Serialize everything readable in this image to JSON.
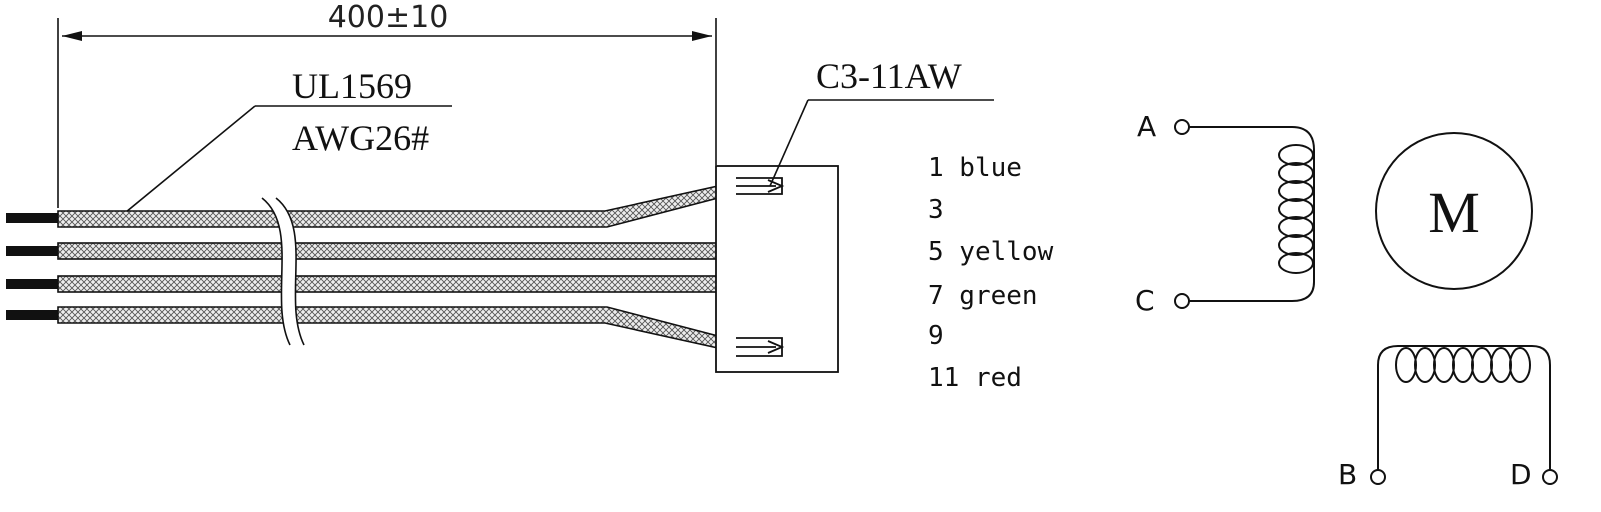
{
  "dimension": {
    "label": "400±10"
  },
  "cable": {
    "type": "UL1569",
    "gauge": "AWG26#"
  },
  "connector": {
    "model": "C3-11AW"
  },
  "pinout": [
    {
      "label": "1 blue"
    },
    {
      "label": "3"
    },
    {
      "label": "5 yellow"
    },
    {
      "label": "7 green"
    },
    {
      "label": "9"
    },
    {
      "label": "11 red"
    }
  ],
  "motor": {
    "symbol": "M",
    "terminals": {
      "a": "A",
      "b": "B",
      "c": "C",
      "d": "D"
    }
  },
  "colors": {
    "line": "#111111",
    "wire_fill": "#e8e8e8"
  }
}
